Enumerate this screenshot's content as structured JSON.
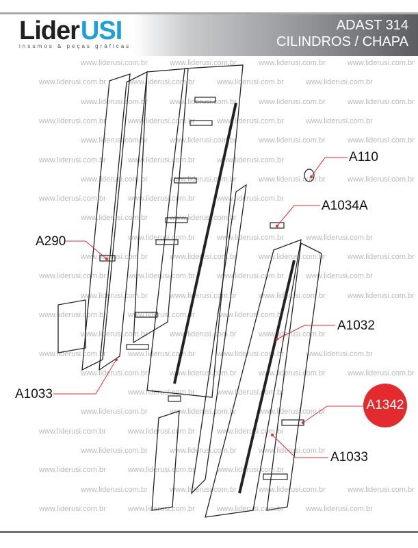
{
  "header": {
    "logo_main": "Lider",
    "logo_accent": "USI",
    "logo_tagline": "insumos & peças gráficas",
    "title_line1": "ADAST 314",
    "title_line2": "CILINDROS / CHAPA"
  },
  "watermark": "www.liderusi.com.br",
  "parts": [
    {
      "code": "A110"
    },
    {
      "code": "A1034A"
    },
    {
      "code": "A290"
    },
    {
      "code": "A1032"
    },
    {
      "code": "A1033"
    },
    {
      "code": "A1342",
      "highlighted": true
    },
    {
      "code": "A1033"
    }
  ],
  "colors": {
    "accent": "#1ba0dc",
    "highlight": "#e32b2d",
    "leader": "#e32b2d"
  }
}
